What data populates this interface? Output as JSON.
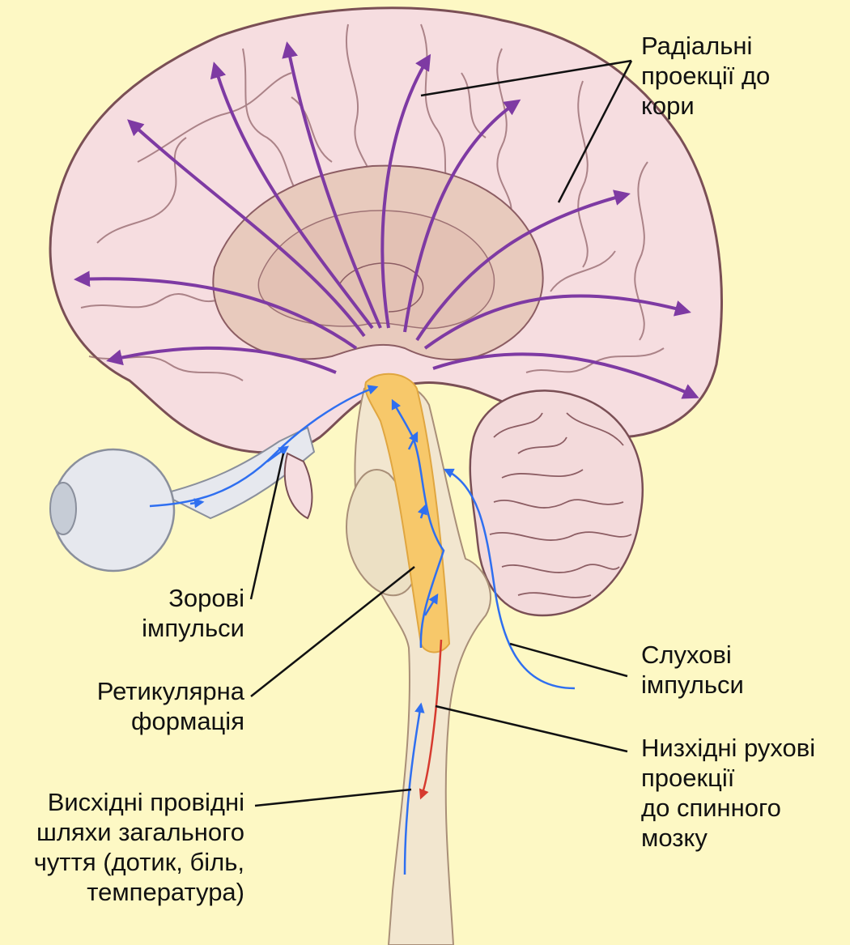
{
  "colors": {
    "background": "#fdf8c4",
    "cortex": "#f6dde0",
    "cortex_outline": "#7a4f55",
    "deep_brain": "#e8cabd",
    "brainstem": "#f2e6cf",
    "reticular_formation": "#f7c86a",
    "cortical_projections": "#7e3aa3",
    "sensory_pathways": "#2f6ff0",
    "motor_pathway": "#d63a2f",
    "eye": "#e6e8ee"
  },
  "labels": {
    "radial": [
      "Радіальні",
      "проекції до",
      "кори"
    ],
    "visual": [
      "Зорові",
      "імпульси"
    ],
    "reticular": [
      "Ретикулярна",
      "формація"
    ],
    "ascending": [
      "Висхідні провідні",
      "шляхи загального",
      "чуття (дотик, біль,",
      "температура)"
    ],
    "auditory": [
      "Слухові",
      "імпульси"
    ],
    "descending": [
      "Низхідні рухові",
      "проекції",
      "до спинного",
      "мозку"
    ]
  }
}
